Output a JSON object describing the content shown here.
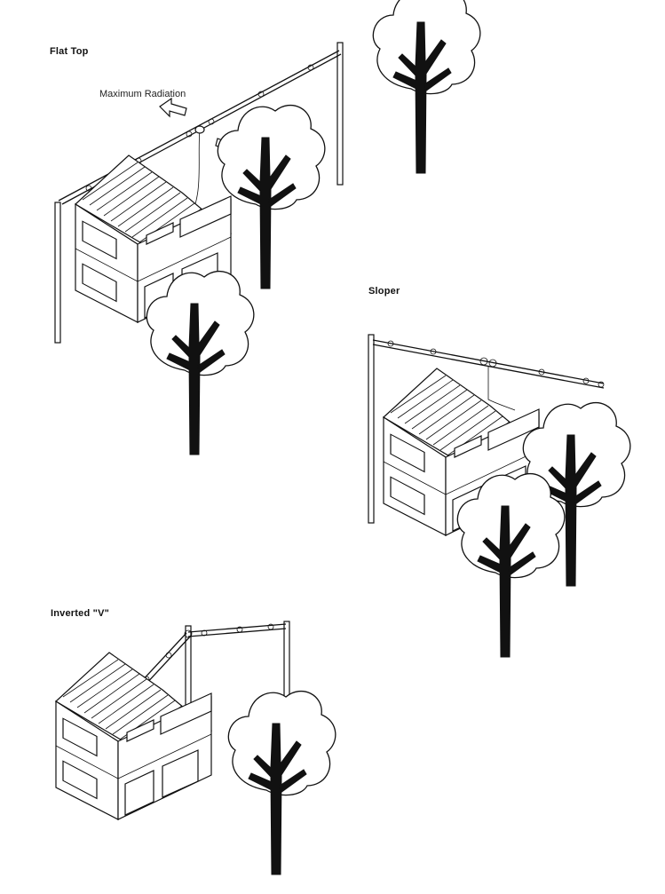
{
  "labels": {
    "flat_top": "Flat Top",
    "max_radiation": "Maximum Radiation",
    "sloper": "Sloper",
    "inverted_v": "Inverted \"V\""
  },
  "colors": {
    "ink": "#111111",
    "paper": "#ffffff"
  }
}
